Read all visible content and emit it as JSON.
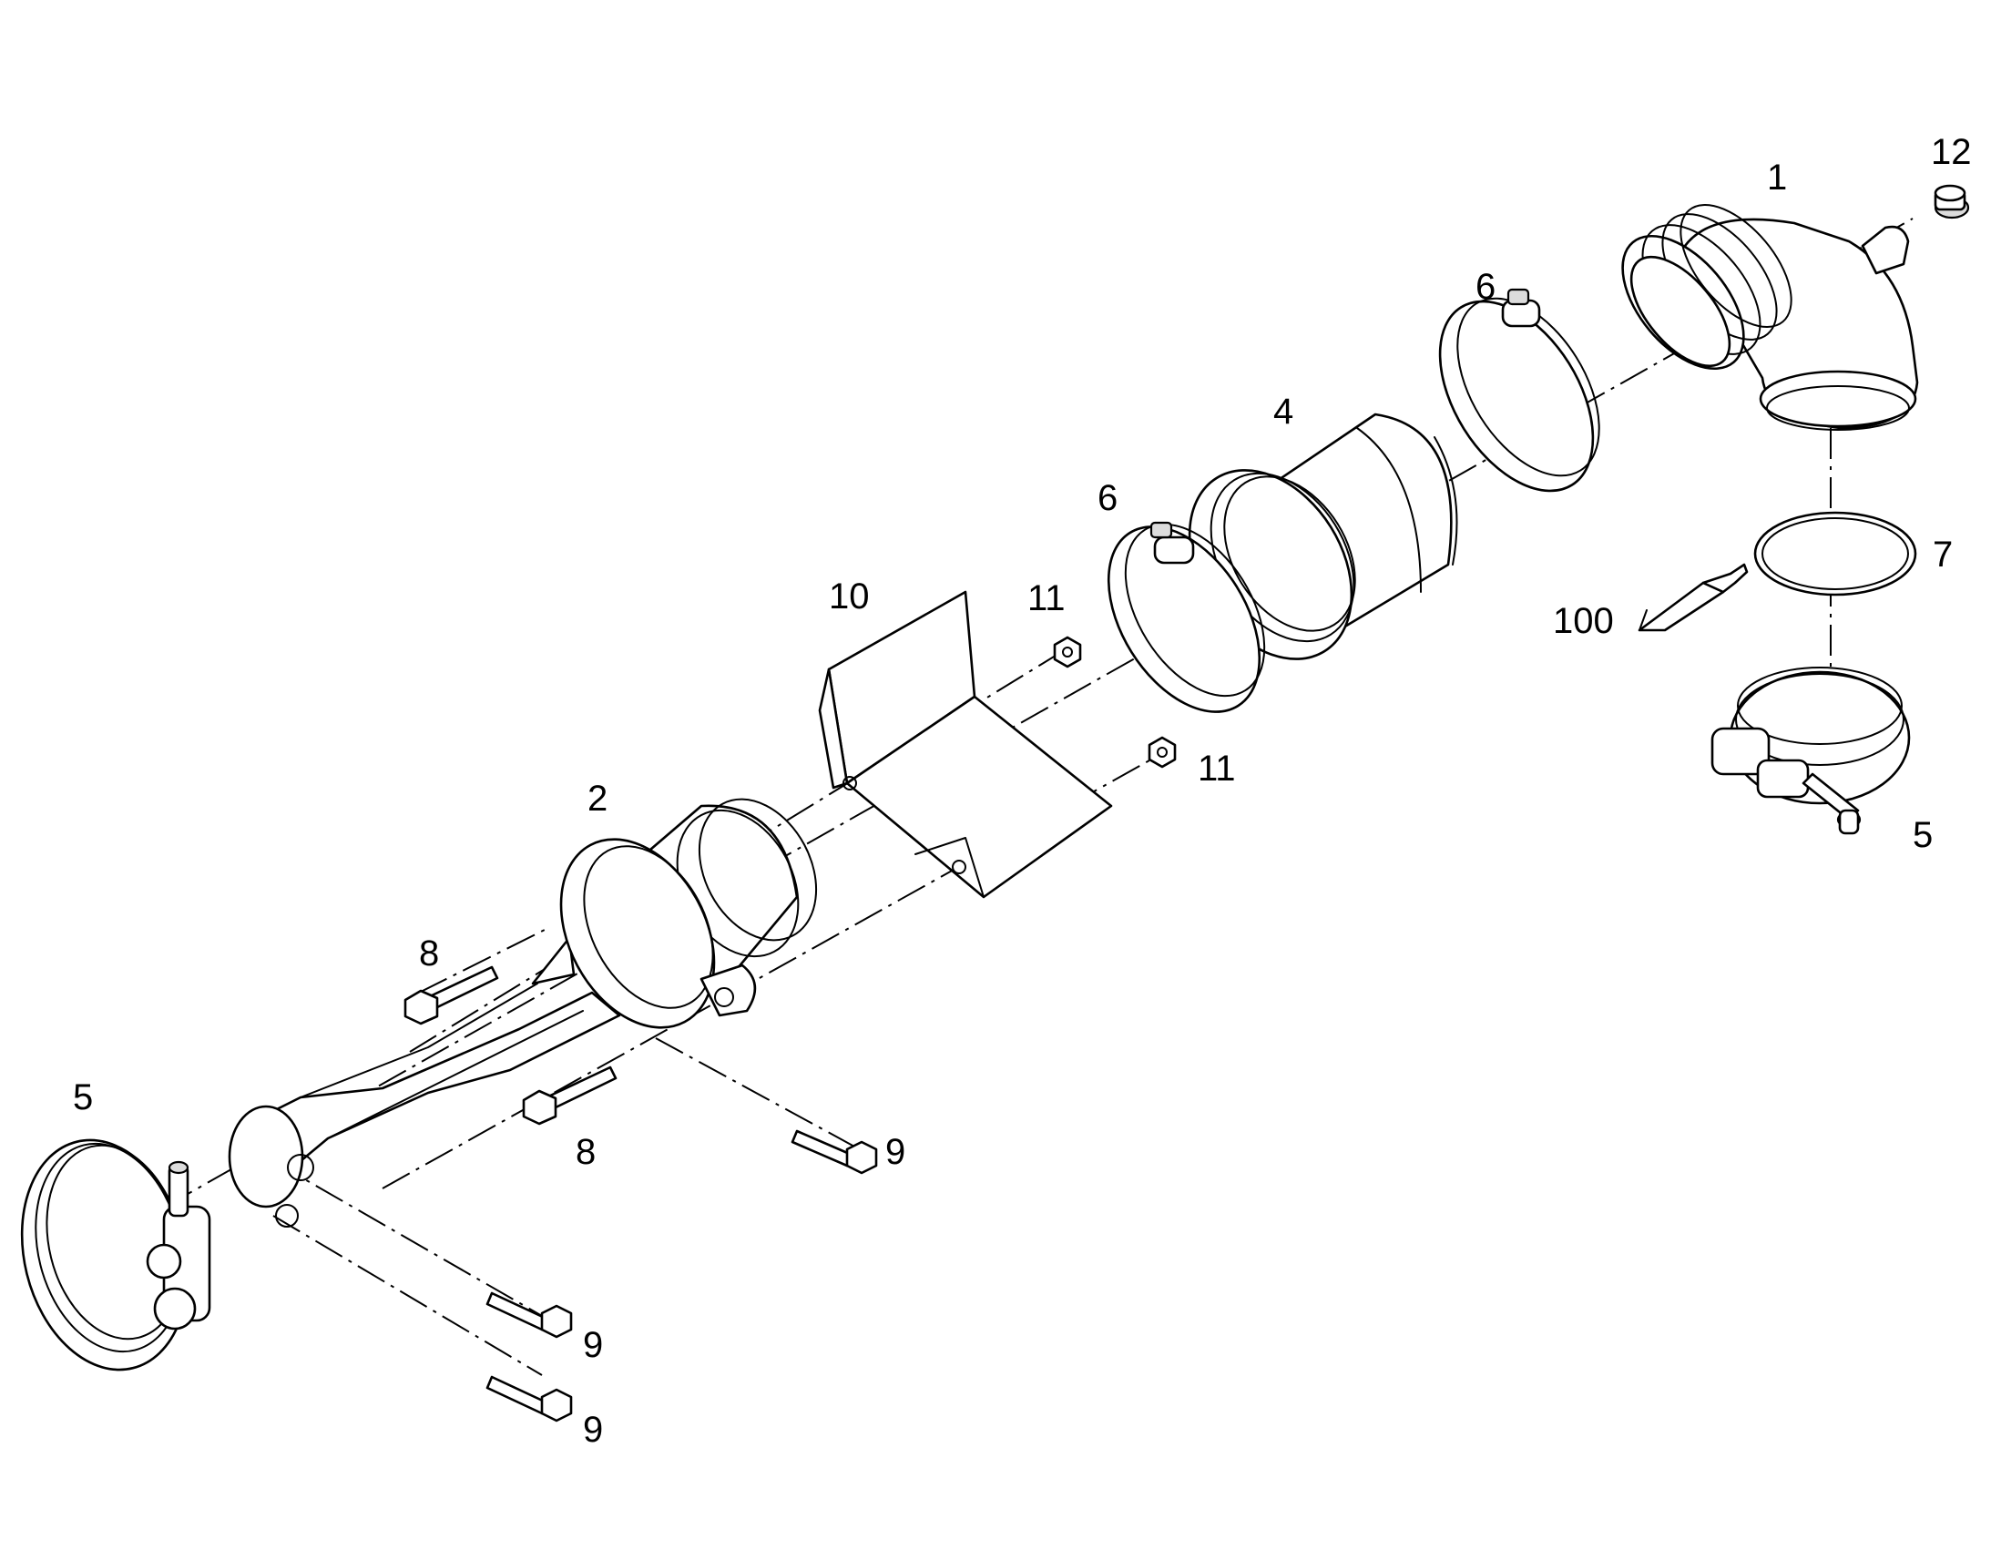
{
  "callouts": {
    "c1": "1",
    "c2": "2",
    "c4": "4",
    "c5a": "5",
    "c5b": "5",
    "c6a": "6",
    "c6b": "6",
    "c7": "7",
    "c8a": "8",
    "c8b": "8",
    "c9a": "9",
    "c9b": "9",
    "c9c": "9",
    "c10": "10",
    "c11a": "11",
    "c11b": "11",
    "c12": "12",
    "c100": "100"
  }
}
